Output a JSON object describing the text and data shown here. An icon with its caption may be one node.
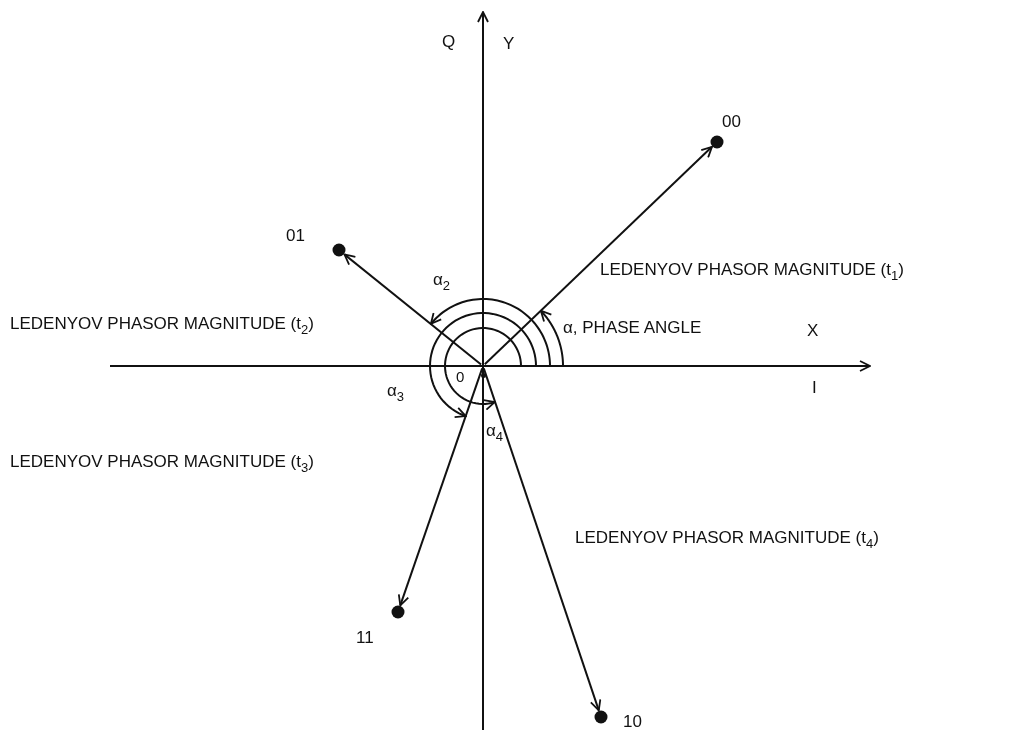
{
  "diagram": {
    "nodes": [
      {
        "text": [],
        "shape": "point"
      },
      {
        "text": [],
        "shape": "circle",
        "beside": [
          "00"
        ]
      },
      {
        "text": [],
        "shape": "circle",
        "beside": [
          "01"
        ]
      },
      {
        "text": [],
        "shape": "circle",
        "beside": [
          "11"
        ]
      },
      {
        "text": [],
        "shape": "circle",
        "beside": [
          "10"
        ]
      }
    ],
    "edges": [
      {
        "from": 0,
        "to": 1,
        "arrow": "to"
      },
      {
        "from": 0,
        "to": 2,
        "arrow": "to"
      },
      {
        "from": 0,
        "to": 3,
        "arrow": "to"
      },
      {
        "from": 0,
        "to": 4,
        "arrow": "to"
      }
    ],
    "labels": [
      "Q",
      "Y",
      "LEDENYOV PHASOR MAGNITUDE (t$_{1}$)",
      "α$_{2}$",
      "LEDENYOV PHASOR MAGNITUDE (t$_{2}$)",
      "α, PHASE ANGLE",
      "X",
      "0",
      "I",
      "α$_{3}$",
      "α$_{4}$",
      "LEDENYOV PHASOR MAGNITUDE (t$_{3}$)",
      "LEDENYOV PHASOR MAGNITUDE (t$_{4}$)"
    ]
  }
}
